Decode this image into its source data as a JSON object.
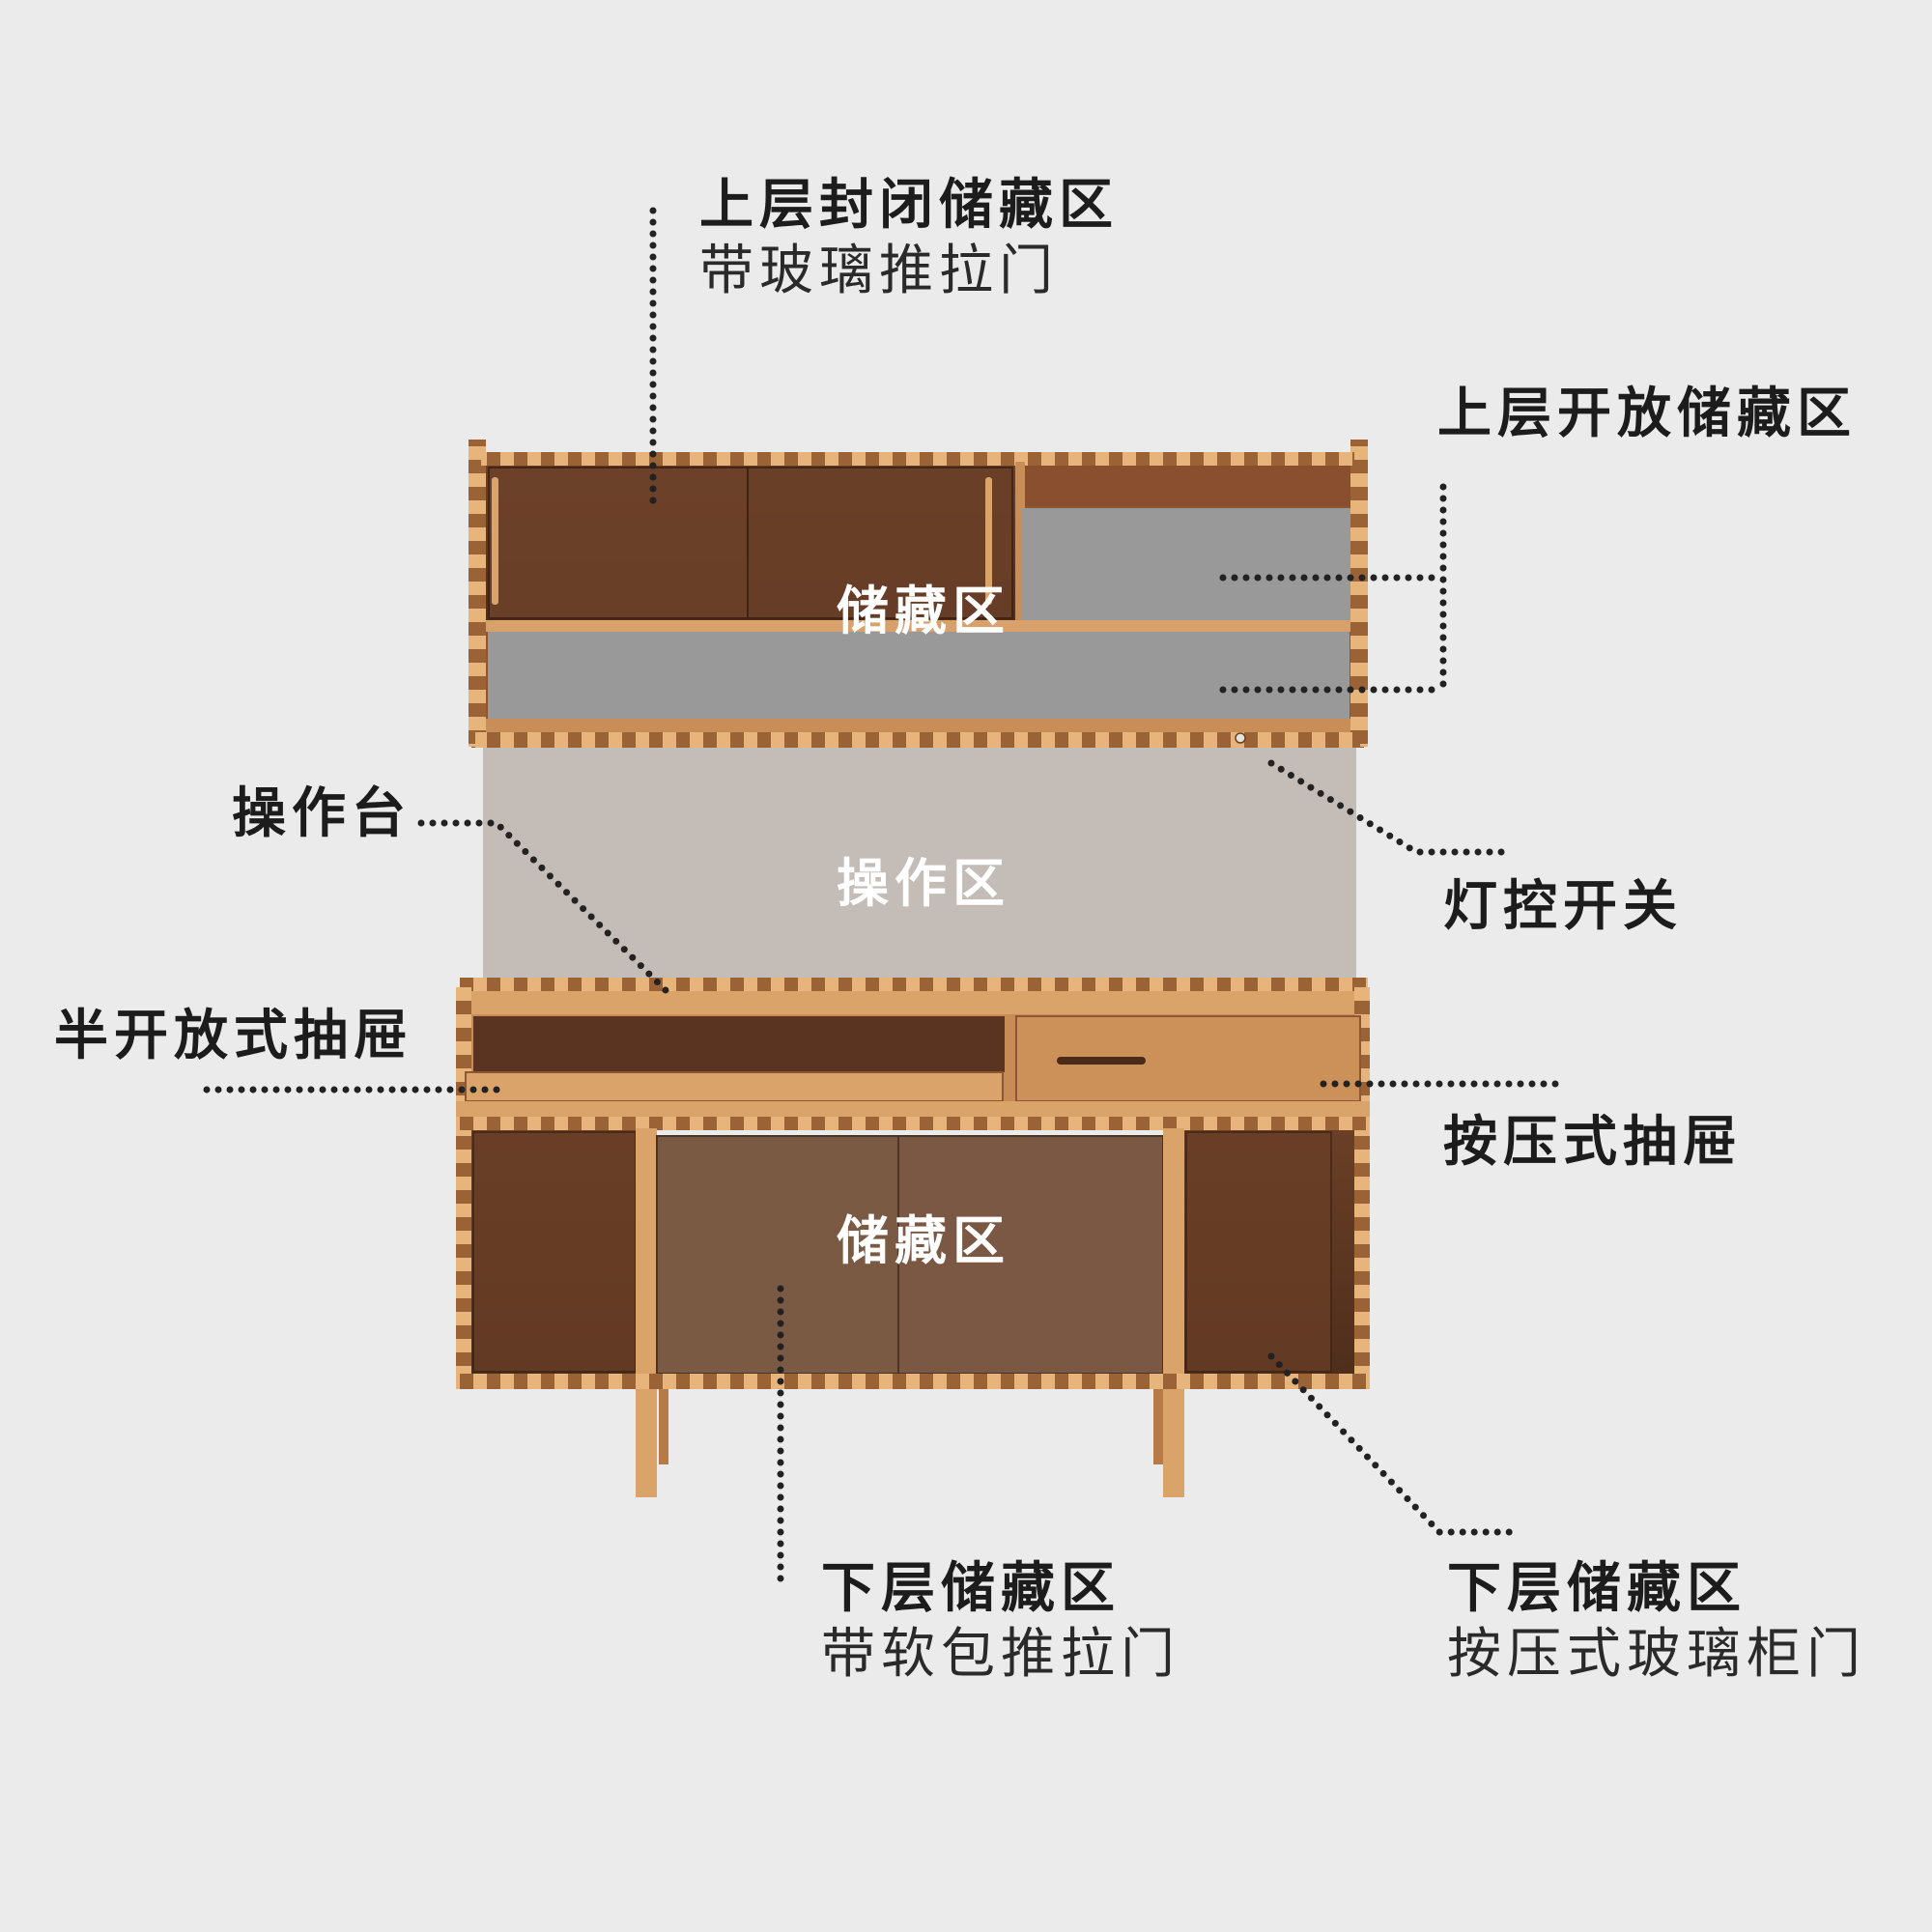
{
  "callouts": {
    "upper_closed": {
      "title": "上层封闭储藏区",
      "subtitle": "带玻璃推拉门"
    },
    "upper_open": {
      "title": "上层开放储藏区"
    },
    "worktop": {
      "title": "操作台"
    },
    "light_switch": {
      "title": "灯控开关"
    },
    "semi_open_drawer": {
      "title": "半开放式抽屉"
    },
    "push_drawer": {
      "title": "按压式抽屉"
    },
    "lower_sliding": {
      "title": "下层储藏区",
      "subtitle": "带软包推拉门"
    },
    "lower_glass": {
      "title": "下层储藏区",
      "subtitle": "按压式玻璃柜门"
    }
  },
  "zones": {
    "upper_storage": "储藏区",
    "work_area": "操作区",
    "lower_storage": "储藏区"
  },
  "colors": {
    "background": "#ebebeb",
    "wood_light": "#d9a36a",
    "wood_dark": "#6b3f24",
    "open_shelf_fill": "#999999",
    "work_area_fill": "#c3bcb7",
    "soft_door": "#7b5a44",
    "leader_dots": "#222222"
  }
}
